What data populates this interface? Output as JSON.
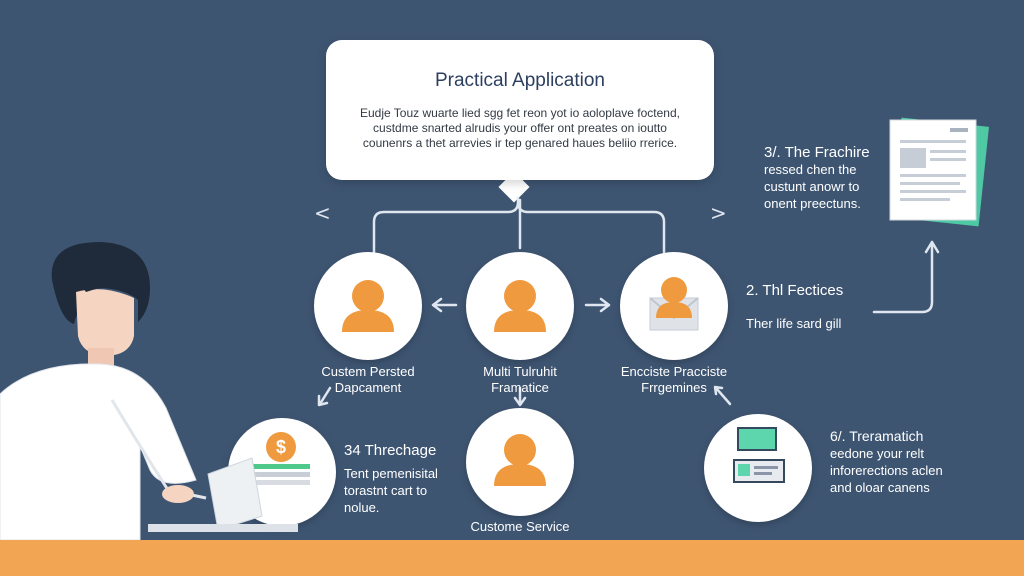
{
  "header": {
    "title": "Practical Application",
    "text": "Eudje Touz wuarte lied sgg fet reon yot io aoloplave foctend, custdme snarted alrudis your offer ont preates on ioutto counenrs a thet arrevies ir tep genared haues beliio rrerice."
  },
  "nodes": [
    {
      "label_line1": "Custem Persted",
      "label_line2": "Dapcament",
      "icon": "person-icon"
    },
    {
      "label_line1": "Multi Tulruhit",
      "label_line2": "Framatice",
      "icon": "person-icon"
    },
    {
      "label_line1": "Encciste Pracciste",
      "label_line2": "Frrgemines",
      "icon": "envelope-person-icon"
    },
    {
      "label": "Custome Service",
      "icon": "person-icon"
    }
  ],
  "side_items": [
    {
      "title": "3/. The Frachire",
      "lines": [
        "ressed chen the",
        "custunt anowr to",
        "onent preectuns."
      ]
    },
    {
      "title": "2. Thl Fectices",
      "lines": [
        "Ther life sard gill"
      ]
    },
    {
      "title": "34 Threchage",
      "lines": [
        "Tent pemenisital",
        "torastnt cart to",
        "nolue."
      ]
    },
    {
      "title": "6/. Treramatich",
      "lines": [
        "eedone your relt",
        "inforerections aclen",
        "and oloar canens"
      ]
    }
  ],
  "icons": {
    "dollar_symbol": "$",
    "nav_left": "<",
    "nav_right": ">"
  },
  "colors": {
    "background": "#3e5572",
    "accent": "#ef9a3e",
    "floor": "#f2a553",
    "doc_accent": "#4fc9a4"
  }
}
